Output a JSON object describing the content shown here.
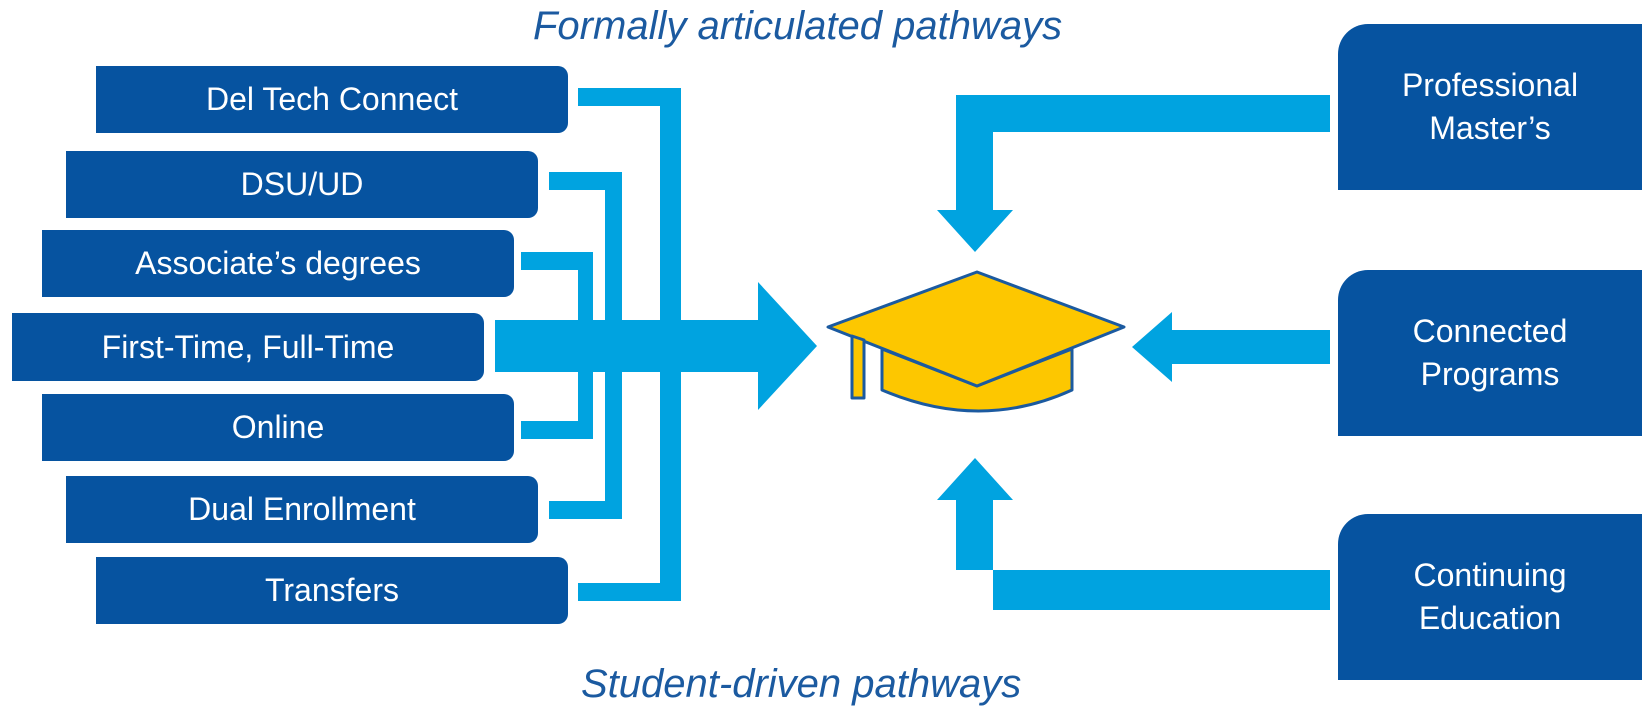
{
  "titles": {
    "top": "Formally articulated pathways",
    "bottom": "Student-driven pathways"
  },
  "left_pathways": [
    "Del Tech Connect",
    "DSU/UD",
    "Associate’s degrees",
    "First-Time, Full-Time",
    "Online",
    "Dual Enrollment",
    "Transfers"
  ],
  "right_pathways": [
    {
      "line1": "Professional",
      "line2": "Master’s"
    },
    {
      "line1": "Connected",
      "line2": "Programs"
    },
    {
      "line1": "Continuing",
      "line2": "Education"
    }
  ],
  "colors": {
    "box": "#0653a0",
    "arrow": "#00a3e0",
    "title": "#1b5aa0",
    "cap": "#fdc700",
    "cap_outline": "#1b5aa0"
  },
  "icons": {
    "center": "graduation-cap-icon"
  }
}
